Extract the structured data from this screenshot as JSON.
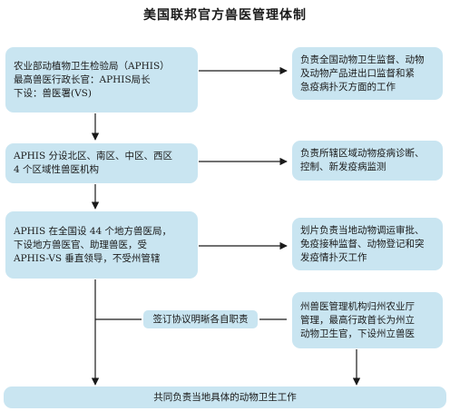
{
  "title": "美国联邦官方兽医管理体制",
  "left_boxes": [
    {
      "text": "农业部动植物卫生检验局（APHIS）\n最高兽医行政长官：APHIS局长\n下设：兽医署(VS)"
    },
    {
      "text": "APHIS 分设北区、南区、中区、西区\n4 个区域性兽医机构"
    },
    {
      "text": "APHIS 在全国设 44 个地方兽医局，\n下设地方兽医官、助理兽医，受\nAPHIS-VS 垂直领导，不受州管辖"
    }
  ],
  "right_boxes": [
    {
      "text": "负责全国动物卫生监督、动物\n及动物产品进出口监督和紧\n急疫病扑灭方面的工作"
    },
    {
      "text": "负责所辖区域动物疫病诊断、\n控制、新发疫病监测"
    },
    {
      "text": "划片负责当地动物调运审批、\n免疫接种监督、动物登记和突\n发疫情扑灭工作"
    },
    {
      "text": "州兽医管理机构归州农业厅\n管理，最高行政首长为州立\n动物卫生官，下设州立兽医"
    }
  ],
  "agreement_label": "签订协议明晰各自职责",
  "bottom_box": "共同负责当地具体的动物卫生工作"
}
